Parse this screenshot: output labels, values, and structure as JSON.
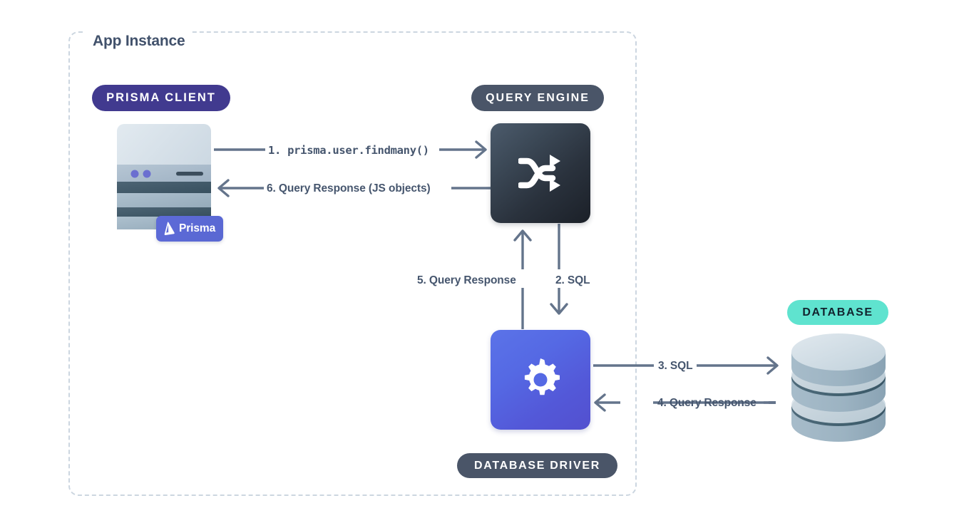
{
  "diagram": {
    "title": "App Instance",
    "accent_colors": {
      "prisma_client_badge": "#413a8f",
      "query_engine_badge": "#4a5568",
      "database_badge": "#5fe3cf",
      "database_driver_badge": "#4a5568",
      "prisma_logo_badge": "#5d6ad8",
      "arrow_stroke": "#64748b",
      "dashed_border": "#ccd6e0",
      "text": "#46566e"
    }
  },
  "badges": {
    "prisma_client": "PRISMA CLIENT",
    "query_engine": "QUERY ENGINE",
    "database": "DATABASE",
    "database_driver": "DATABASE DRIVER",
    "prisma_logo_label": "Prisma"
  },
  "flow_steps": [
    {
      "id": "step-1",
      "label": "1. prisma.user.findmany()",
      "from": "prisma-client",
      "to": "query-engine",
      "direction": "right",
      "style": "mono"
    },
    {
      "id": "step-2",
      "label": "2. SQL",
      "from": "query-engine",
      "to": "database-driver",
      "direction": "down",
      "style": "sans"
    },
    {
      "id": "step-3",
      "label": "3. SQL",
      "from": "database-driver",
      "to": "database",
      "direction": "right",
      "style": "sans"
    },
    {
      "id": "step-4",
      "label": "4. Query Response",
      "from": "database",
      "to": "database-driver",
      "direction": "left",
      "style": "sans"
    },
    {
      "id": "step-5",
      "label": "5. Query Response",
      "from": "database-driver",
      "to": "query-engine",
      "direction": "up",
      "style": "sans"
    },
    {
      "id": "step-6",
      "label": "6. Query Response (JS objects)",
      "from": "query-engine",
      "to": "prisma-client",
      "direction": "left",
      "style": "sans"
    }
  ],
  "icons": {
    "query_engine": "shuffle-icon",
    "database_driver": "gear-icon",
    "database": "database-cylinder-icon",
    "prisma_client": "stacked-server-card-icon",
    "prisma_logo": "prisma-triangle-icon"
  }
}
